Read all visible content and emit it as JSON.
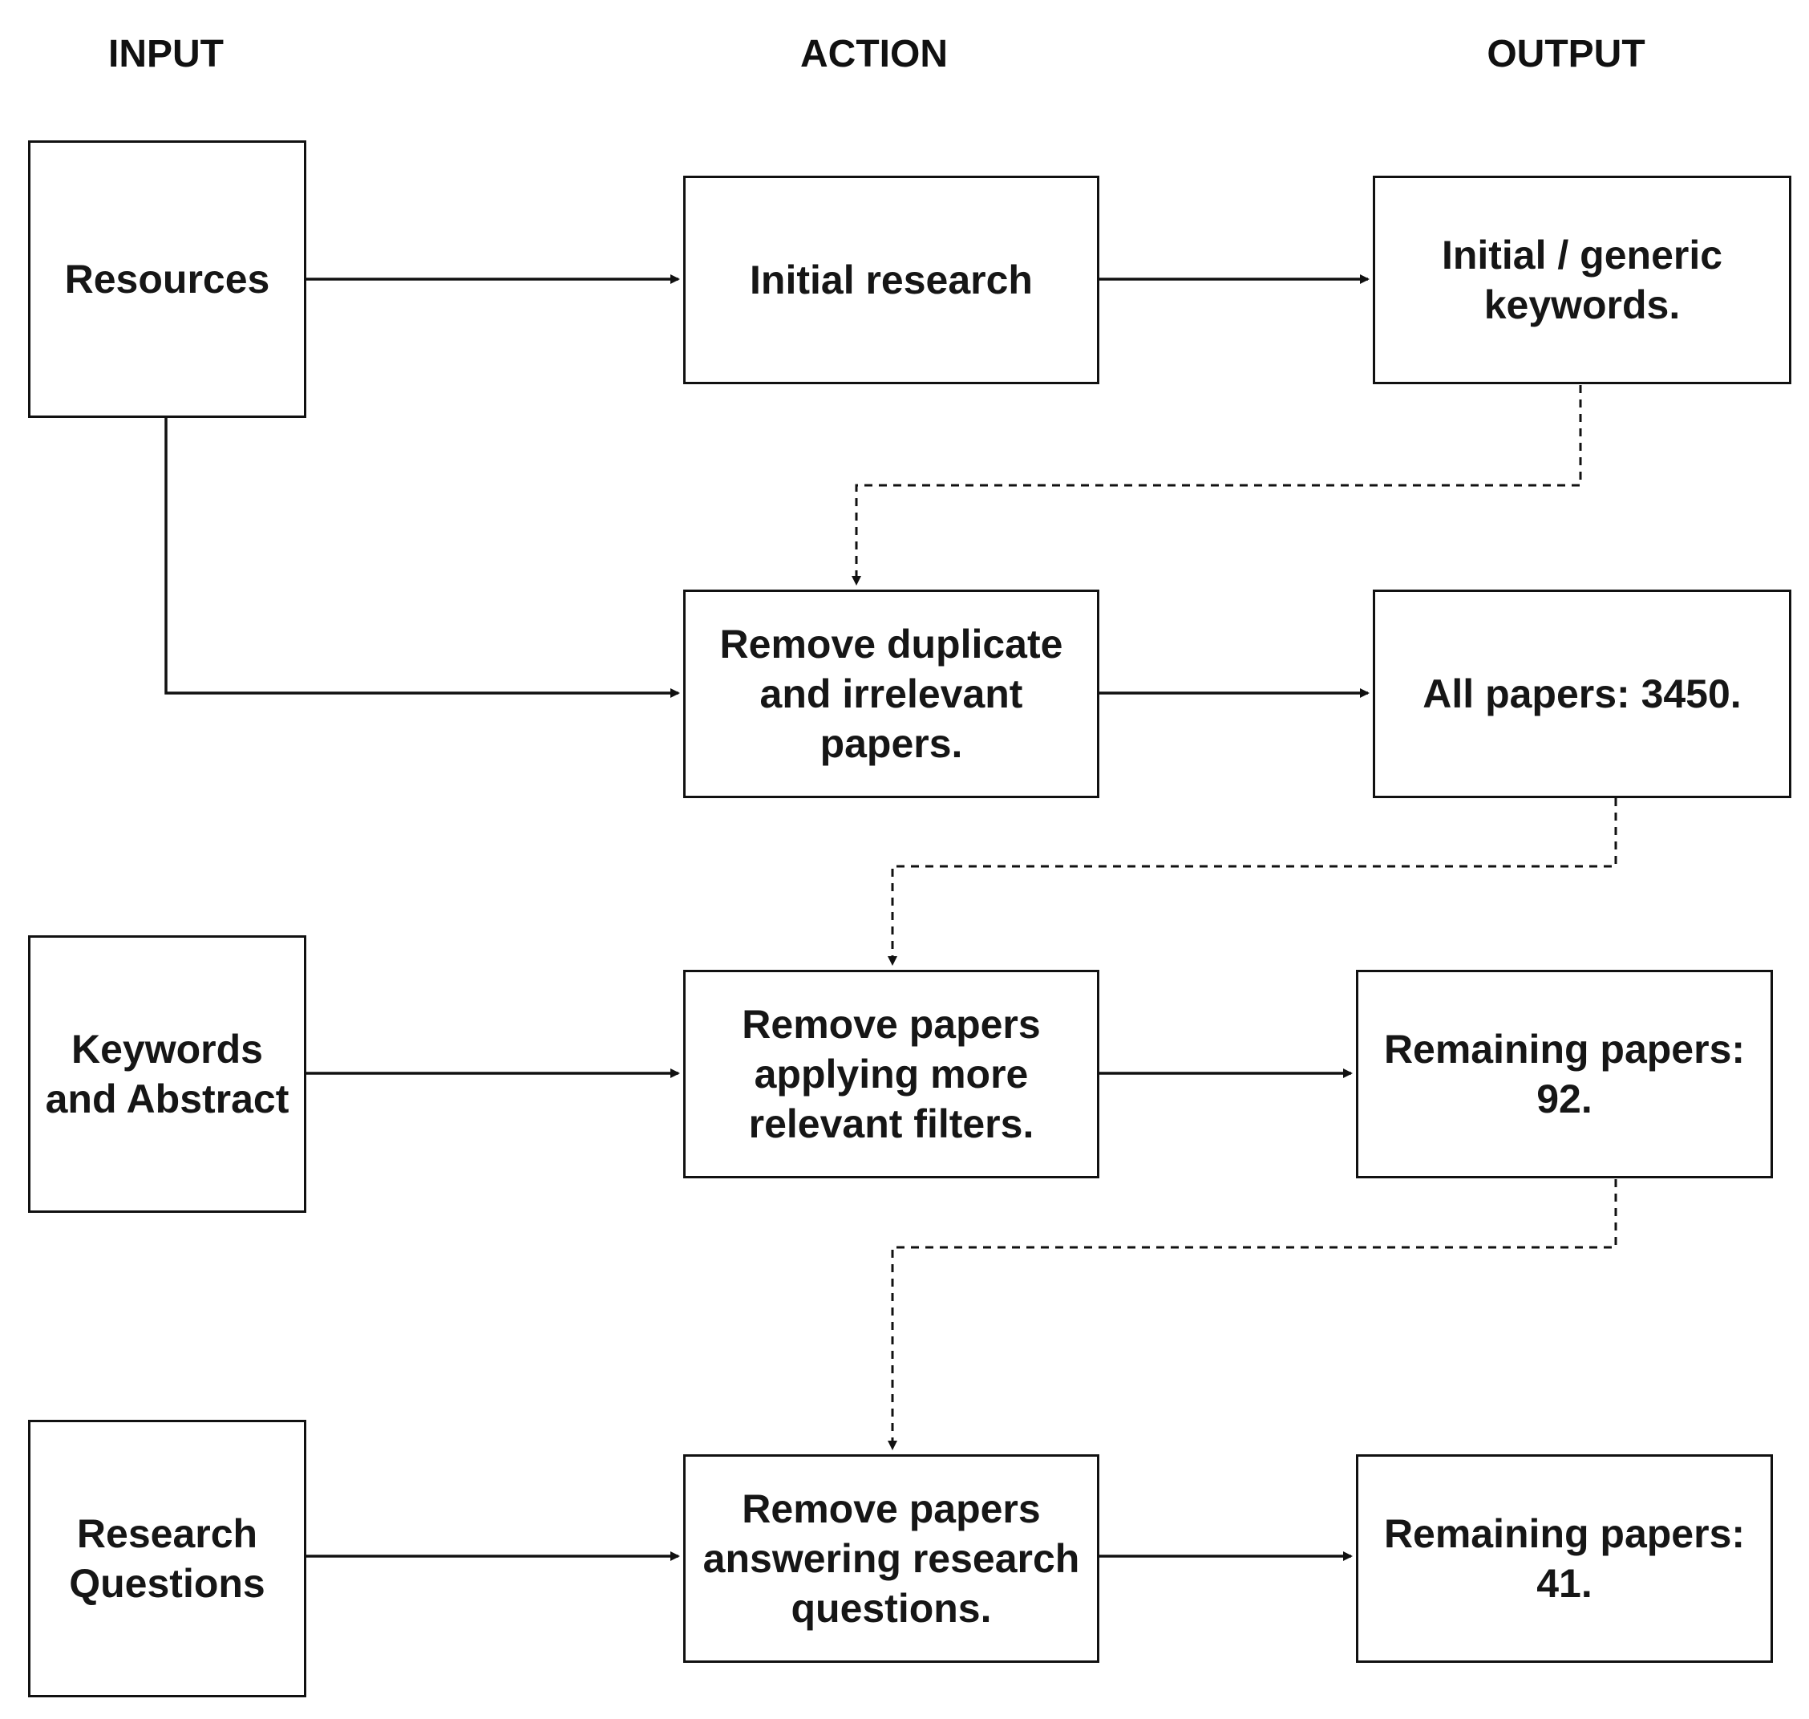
{
  "headers": {
    "input": "INPUT",
    "action": "ACTION",
    "output": "OUTPUT"
  },
  "inputs": {
    "resources": "Resources",
    "keywords_abstract": "Keywords\nand Abstract",
    "research_questions": "Research\nQuestions"
  },
  "actions": {
    "initial_research": "Initial research",
    "remove_duplicate": "Remove duplicate\nand irrelevant\npapers.",
    "remove_filters": "Remove papers\napplying more\nrelevant filters.",
    "remove_research_questions": "Remove papers\nanswering research\nquestions."
  },
  "outputs": {
    "keywords": "Initial / generic\nkeywords.",
    "all_papers": "All papers: 3450.",
    "remaining_92": "Remaining papers:\n92.",
    "remaining_41": "Remaining papers:\n41."
  },
  "colors": {
    "stroke": "#111111",
    "text": "#161616",
    "background": "#ffffff"
  }
}
